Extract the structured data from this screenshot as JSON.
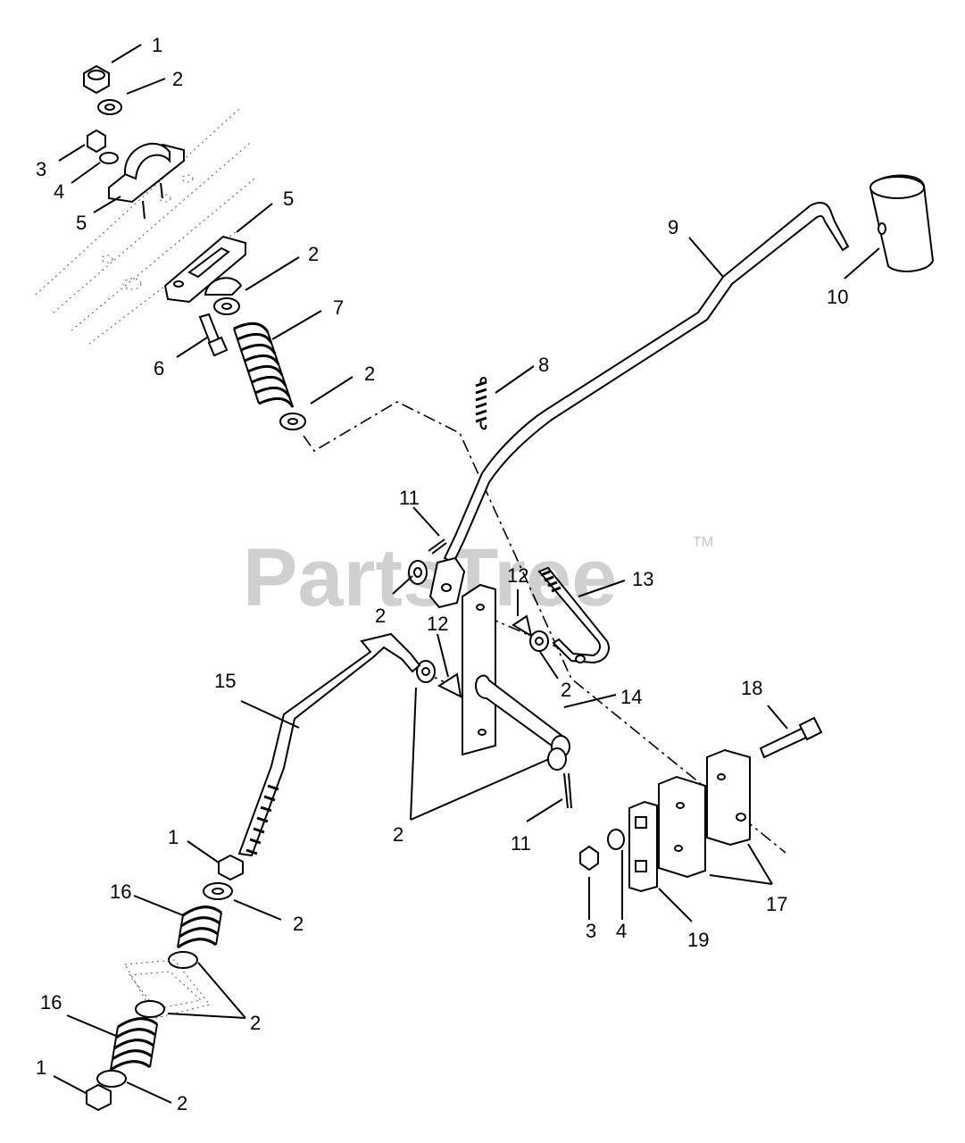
{
  "watermark": {
    "text": "PartsTree",
    "trademark": "TM"
  },
  "callouts": [
    {
      "id": "c1a",
      "text": "1"
    },
    {
      "id": "c2a",
      "text": "2"
    },
    {
      "id": "c3a",
      "text": "3"
    },
    {
      "id": "c4a",
      "text": "4"
    },
    {
      "id": "c5a",
      "text": "5"
    },
    {
      "id": "c5b",
      "text": "5"
    },
    {
      "id": "c2b",
      "text": "2"
    },
    {
      "id": "c7",
      "text": "7"
    },
    {
      "id": "c6",
      "text": "6"
    },
    {
      "id": "c2c",
      "text": "2"
    },
    {
      "id": "c8",
      "text": "8"
    },
    {
      "id": "c9",
      "text": "9"
    },
    {
      "id": "c10",
      "text": "10"
    },
    {
      "id": "c11a",
      "text": "11"
    },
    {
      "id": "c2d",
      "text": "2"
    },
    {
      "id": "c12a",
      "text": "12"
    },
    {
      "id": "c13",
      "text": "13"
    },
    {
      "id": "c12b",
      "text": "12"
    },
    {
      "id": "c2e",
      "text": "2"
    },
    {
      "id": "c14",
      "text": "14"
    },
    {
      "id": "c15",
      "text": "15"
    },
    {
      "id": "c18",
      "text": "18"
    },
    {
      "id": "c2f",
      "text": "2"
    },
    {
      "id": "c11b",
      "text": "11"
    },
    {
      "id": "c1b",
      "text": "1"
    },
    {
      "id": "c16a",
      "text": "16"
    },
    {
      "id": "c2g",
      "text": "2"
    },
    {
      "id": "c3b",
      "text": "3"
    },
    {
      "id": "c4b",
      "text": "4"
    },
    {
      "id": "c19",
      "text": "19"
    },
    {
      "id": "c17",
      "text": "17"
    },
    {
      "id": "c2h",
      "text": "2"
    },
    {
      "id": "c16b",
      "text": "16"
    },
    {
      "id": "c1c",
      "text": "1"
    },
    {
      "id": "c2i",
      "text": "2"
    }
  ]
}
